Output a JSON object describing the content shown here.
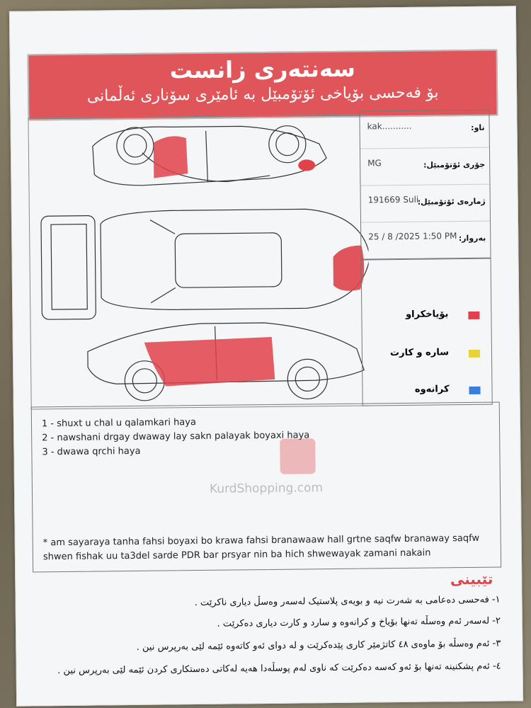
{
  "header": {
    "title": "سەنتەری زانست",
    "subtitle": "بۆ فەحسی بۆیاخی ئۆتۆمبێل بە ئامێری سۆناری ئەڵمانی"
  },
  "info": [
    {
      "label": "ناو:",
      "value": "kak..........."
    },
    {
      "label": "جۆری ئۆتۆمبێل:",
      "value": "MG"
    },
    {
      "label": "ژمارەی ئۆتۆمبێل:",
      "value": "191669 Suli"
    },
    {
      "label": "بەروار:",
      "value": "25 / 8 /2025  1:50 PM"
    }
  ],
  "legend": [
    {
      "label": "بۆیاخکراو",
      "color": "#e0424a"
    },
    {
      "label": "سارە و کارت",
      "color": "#e8d23a"
    },
    {
      "label": "کرانەوە",
      "color": "#3a7de0"
    }
  ],
  "notes": [
    "1 - shuxt u chal u qalamkari haya",
    "2 - nawshani drgay dwaway lay sakn palayak boyaxi haya",
    "3 - dwawa qrchi haya"
  ],
  "disclaimer_lines": [
    "* am sayaraya tanha fahsi boyaxi bo krawa fahsi branawaaw hall grtne saqfw branaway saqfw",
    "shwen fishak uu ta3del sarde PDR bar prsyar nin ba hich shwewayak zamani nakain"
  ],
  "footer": {
    "title": "تێبینی",
    "lines": [
      "١- فەحسی دەعامی بە شەرت نیە و بویەی پلاستیک لەسەر وەسڵ دیاری ناکرێت .",
      "٢- لەسەر ئەم وەسڵە تەنها بۆیاخ و کرانەوە و سارد و کارت دیاری دەکرێت .",
      "٣- ئەم وەسڵە بۆ ماوەی ٤٨ کاتژمێر کاری پێدەکرێت و لە دوای ئەو کاتەوە ئێمە لێی بەرپرس نین .",
      "٤- ئەم پشکنینە تەنها بۆ ئەو کەسە دەکرێت کە ناوی لەم پوسڵەدا هەیە لەکاتی دەستکاری کردن ئێمە لێی بەرپرس نین ."
    ]
  },
  "watermark": "KurdShopping.com"
}
